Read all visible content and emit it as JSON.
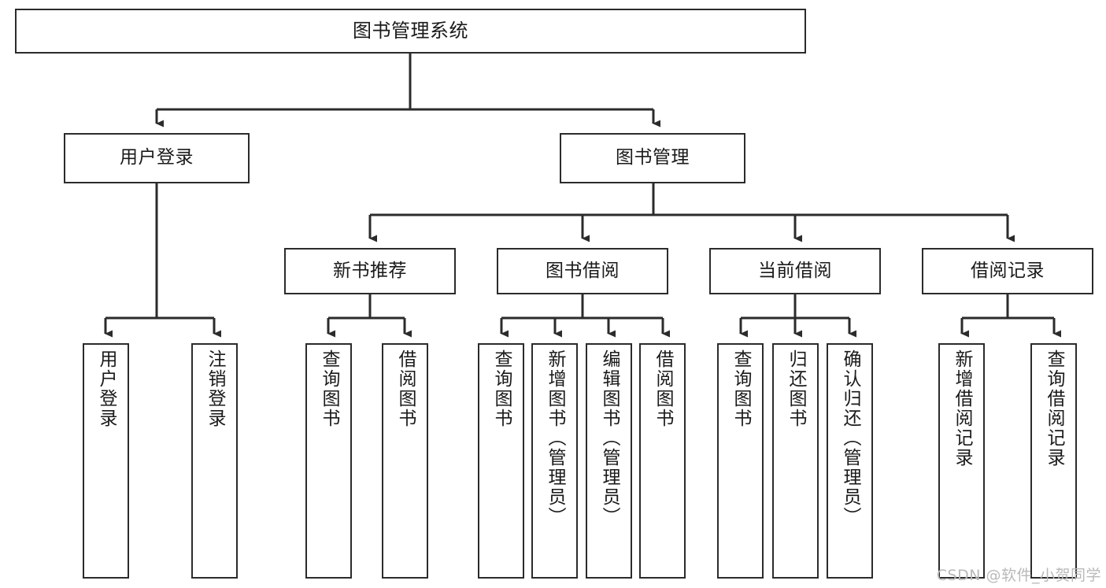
{
  "diagram": {
    "title": "图书管理系统",
    "type": "tree-hierarchy",
    "watermark": "CSDN @软件_小贺同学",
    "line_color": "#2b2b2b",
    "box_fill": "#ffffff",
    "text_color": "#1a1a1a",
    "watermark_color": "#b9b9b9"
  },
  "root": {
    "label": "图书管理系统"
  },
  "level2": [
    {
      "label": "用户登录"
    },
    {
      "label": "图书管理"
    }
  ],
  "level3": [
    {
      "label": "新书推荐"
    },
    {
      "label": "图书借阅"
    },
    {
      "label": "当前借阅"
    },
    {
      "label": "借阅记录"
    }
  ],
  "leaves": {
    "user_login": [
      {
        "label": "用户登录"
      },
      {
        "label": "注销登录"
      }
    ],
    "new_book_recommend": [
      {
        "label": "查询图书"
      },
      {
        "label": "借阅图书"
      }
    ],
    "book_borrow": [
      {
        "label": "查询图书"
      },
      {
        "label": "新增图书（管理员）"
      },
      {
        "label": "编辑图书（管理员）"
      },
      {
        "label": "借阅图书"
      }
    ],
    "current_borrow": [
      {
        "label": "查询图书"
      },
      {
        "label": "归还图书"
      },
      {
        "label": "确认归还（管理员）"
      }
    ],
    "borrow_record": [
      {
        "label": "新增借阅记录"
      },
      {
        "label": "查询借阅记录"
      }
    ]
  }
}
